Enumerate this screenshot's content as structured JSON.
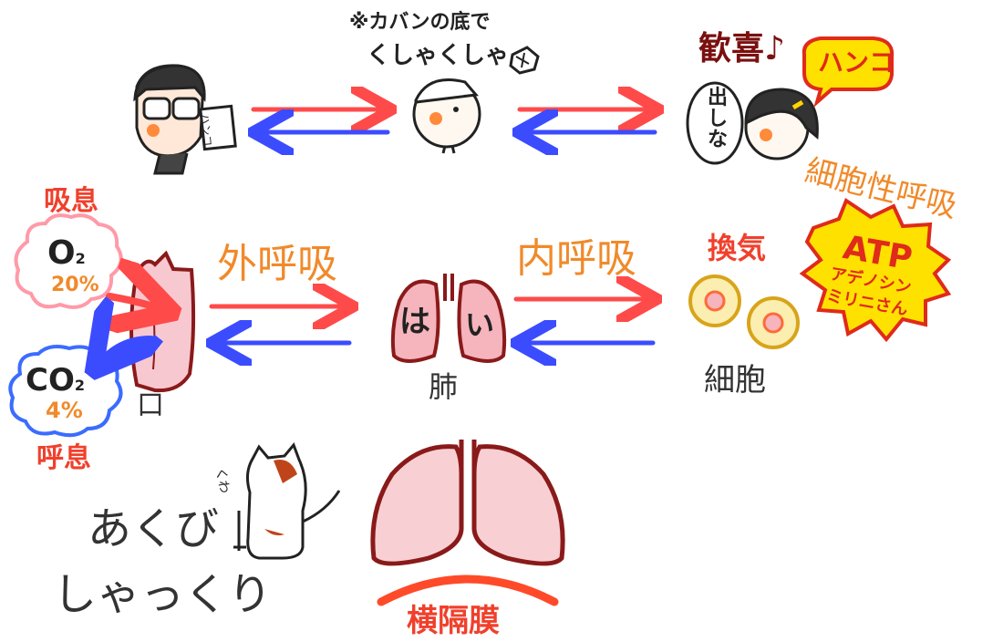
{
  "top_row": {
    "note_line1": "※カバンの底で",
    "note_line2": "くしゃくしゃ",
    "paper_text": "ハンコ",
    "joy_text": "歓喜♪",
    "bubble_text": "ハンコ",
    "refuse_text": "出しな",
    "cellular_respiration": "細胞性呼吸"
  },
  "middle_row": {
    "inhale": "吸息",
    "exhale": "呼息",
    "o2_label": "O",
    "o2_sub": "2",
    "o2_percent": "20%",
    "co2_label": "CO",
    "co2_sub": "2",
    "co2_percent": "4%",
    "mouth": "口",
    "external_respiration": "外呼吸",
    "internal_respiration": "内呼吸",
    "lungs_left_text": "は",
    "lungs_right_text": "い",
    "lungs": "肺",
    "exchange": "換気",
    "cells": "細胞",
    "atp_text": "ATP",
    "atp_line2": "アデノシン",
    "atp_line3": "ミリニさん"
  },
  "bottom_row": {
    "yawn": "あくび",
    "hiccup": "しゃっくり",
    "cat_sound": "くわ",
    "diaphragm": "横隔膜"
  },
  "colors": {
    "arrow_red": "#ff4a4a",
    "arrow_blue": "#3b4cff",
    "label_red": "#f0402c",
    "label_orange": "#f08a2a",
    "lung_fill": "#f6c2c8",
    "lung_stroke": "#8a1a1a",
    "diaphragm": "#ff4a2a",
    "cell_fill": "#fbeeb0",
    "atp_yellow": "#ffe100"
  },
  "icons": [
    "officer-face-icon",
    "crumpled-paper-icon",
    "kid-face-icon",
    "girl-face-icon",
    "cat-icon",
    "mouth-icon",
    "lungs-icon"
  ]
}
